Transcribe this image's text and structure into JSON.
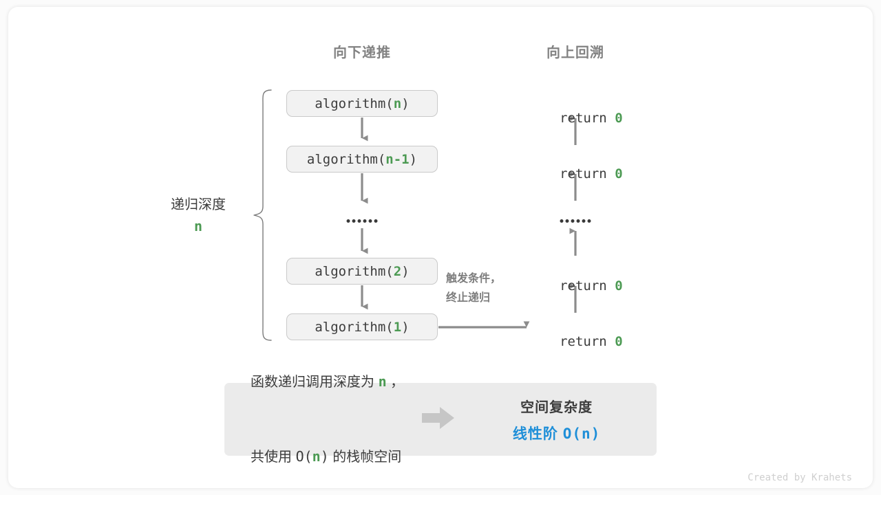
{
  "headers": {
    "down": "向下递推",
    "up": "向上回溯"
  },
  "depth": {
    "label": "递归深度",
    "value": "n"
  },
  "calls": [
    {
      "name": "algorithm(",
      "arg": "n",
      "close": ")"
    },
    {
      "name": "algorithm(",
      "arg": "n-1",
      "close": ")"
    },
    {
      "name": "algorithm(",
      "arg": "2",
      "close": ")"
    },
    {
      "name": "algorithm(",
      "arg": "1",
      "close": ")"
    }
  ],
  "ellipsis": "••••••",
  "returns": [
    {
      "keyword": "return ",
      "value": "0"
    },
    {
      "keyword": "return ",
      "value": "0"
    },
    {
      "keyword": "return ",
      "value": "0"
    },
    {
      "keyword": "return ",
      "value": "0"
    }
  ],
  "trigger": {
    "line1": "触发条件，",
    "line2": "终止递归"
  },
  "summary": {
    "left_line1_a": "函数递归调用深度为 ",
    "left_line1_n": "n",
    "left_line1_b": " ，",
    "left_line2_a": "共使用 ",
    "left_line2_o": "O(",
    "left_line2_n": "n",
    "left_line2_c": ")",
    "left_line2_b": " 的栈帧空间",
    "right_title": "空间复杂度",
    "right_value_a": "线性阶 ",
    "right_value_b": "O(n)"
  },
  "credit": "Created by Krahets",
  "colors": {
    "green": "#4c9a53",
    "blue": "#1f8fd8",
    "gray_text": "#3c3c3c",
    "gray_muted": "#828282",
    "box_fill": "#f2f2f2",
    "box_border": "#c9c9c9",
    "panel_fill": "#ebebeb",
    "wire": "#8c8c8c",
    "arrow_block": "#c6c6c6"
  }
}
